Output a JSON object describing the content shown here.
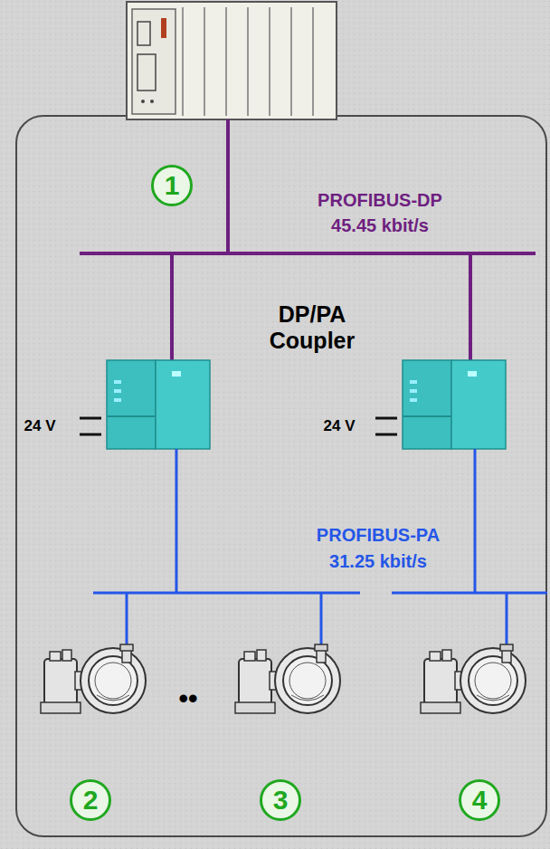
{
  "diagram": {
    "nodes": [
      {
        "text": [
          "1"
        ]
      },
      {
        "text": [
          "2"
        ]
      },
      {
        "text": [
          "3"
        ]
      },
      {
        "text": [
          "4"
        ]
      }
    ],
    "labels": [
      "PROFIBUS-DP",
      "45.45 kbit/s",
      "DP/PA Coupler",
      "24 V",
      "24 V",
      "PROFIBUS-PA",
      "31.25 kbit/s",
      "••"
    ]
  }
}
